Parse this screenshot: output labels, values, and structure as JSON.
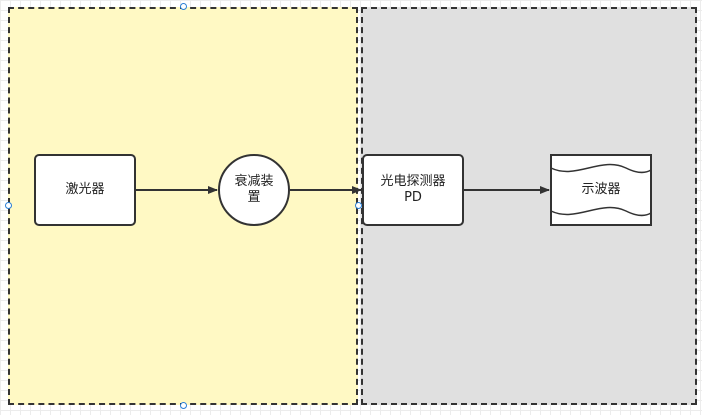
{
  "diagram": {
    "groups": [
      {
        "id": "source-stage",
        "fill": "#fff9c4"
      },
      {
        "id": "detection-stage",
        "fill": "#e0e0e0"
      }
    ],
    "nodes": {
      "laser": {
        "label": "激光器",
        "shape": "rounded-rectangle"
      },
      "attenuator": {
        "label_line1": "衰减装",
        "label_line2": "置",
        "shape": "circle"
      },
      "detector": {
        "label_line1": "光电探测器",
        "label_line2": "PD",
        "shape": "rounded-rectangle"
      },
      "oscilloscope": {
        "label": "示波器",
        "shape": "tape"
      }
    },
    "edges": [
      {
        "from": "laser",
        "to": "attenuator"
      },
      {
        "from": "attenuator",
        "to": "detector"
      },
      {
        "from": "detector",
        "to": "oscilloscope"
      }
    ],
    "colors": {
      "stroke": "#333333",
      "selection_handle": "#2a7fd5"
    }
  }
}
